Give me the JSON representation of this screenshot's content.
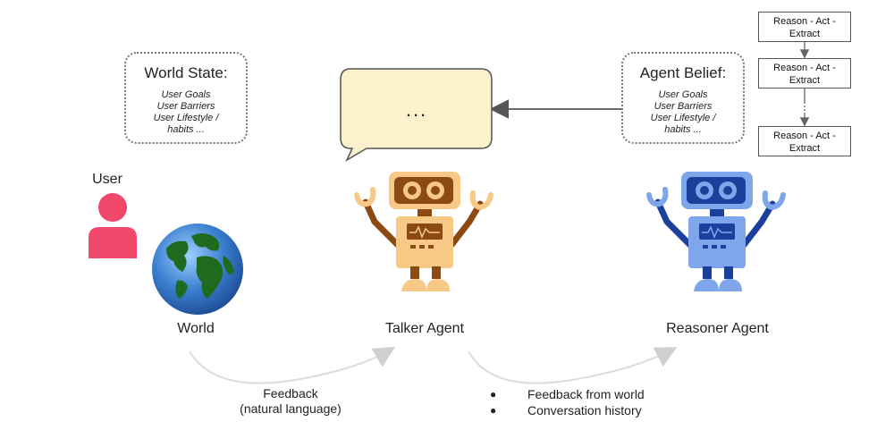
{
  "world_state": {
    "title": "World State:",
    "items": [
      "User Goals",
      "User Barriers",
      "User Lifestyle /",
      "habits ..."
    ]
  },
  "agent_belief": {
    "title": "Agent Belief:",
    "items": [
      "User Goals",
      "User Barriers",
      "User Lifestyle /",
      "habits ..."
    ]
  },
  "speech_bubble": {
    "text": "..."
  },
  "reasoning_steps": [
    {
      "line1": "Reason - Act -",
      "line2": "Extract"
    },
    {
      "line1": "Reason - Act -",
      "line2": "Extract"
    },
    {
      "line1": "Reason - Act -",
      "line2": "Extract"
    }
  ],
  "labels": {
    "user": "User",
    "world": "World",
    "talker": "Talker Agent",
    "reasoner": "Reasoner Agent"
  },
  "feedback_left": {
    "line1": "Feedback",
    "line2": "(natural language)"
  },
  "feedback_right": {
    "items": [
      "Feedback from world",
      "Conversation history"
    ]
  },
  "colors": {
    "user": "#f0476b",
    "talker_body": "#f8c887",
    "talker_arm": "#8a4a12",
    "reasoner_body": "#7fa6ea",
    "reasoner_arm": "#1c3f9c",
    "bubble": "#fdf0cc",
    "globe_ocean": "#3a7fd0",
    "globe_land": "#1e6a1e"
  },
  "icons": [
    "user-icon",
    "globe-icon",
    "talker-robot-icon",
    "reasoner-robot-icon",
    "speech-bubble-icon"
  ]
}
